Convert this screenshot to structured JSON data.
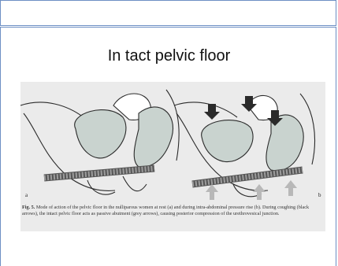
{
  "slide": {
    "title": "In tact pelvic floor"
  },
  "figure": {
    "panel_a_label": "a",
    "panel_b_label": "b",
    "caption_lead": "Fig. 5.",
    "caption_text": "Mode of action of the pelvic floor in the nulliparous women at rest (a) and during intra-abdominal pressure rise (b). During coughing (black arrows), the intact pelvic floor acts as passive abutment (grey arrows), causing posterior compression of the urethrovesical junction.",
    "colors": {
      "background": "#ebebeb",
      "organ_fill": "#c9d3cf",
      "outline": "#2b2b2b",
      "black_arrow": "#2a2a2a",
      "grey_arrow": "#b8b8b8"
    }
  }
}
